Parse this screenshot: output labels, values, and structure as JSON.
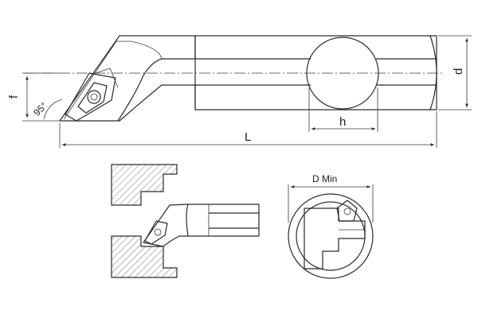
{
  "labels": {
    "f": "f",
    "angle": "95°",
    "L": "L",
    "h": "h",
    "d": "d",
    "d_min": "D Min"
  },
  "colors": {
    "line": "#2a2a2a",
    "background": "#ffffff"
  }
}
